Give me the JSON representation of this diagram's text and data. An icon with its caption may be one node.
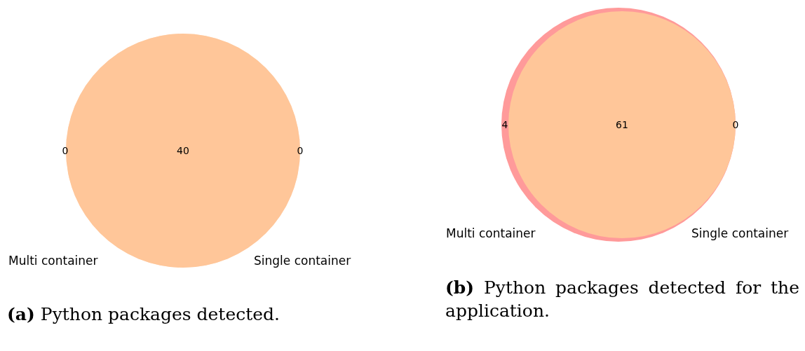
{
  "diagram": {
    "nodes": [
      {
        "text": [],
        "shape": "circle",
        "beside": [
          "Multi container"
        ]
      },
      {
        "text": [],
        "shape": "circle",
        "beside": [
          "Single container"
        ]
      },
      {
        "text": [],
        "shape": "circle",
        "beside": [
          "Multi container"
        ]
      },
      {
        "text": [],
        "shape": "circle",
        "beside": [
          "Single container"
        ]
      }
    ],
    "edges": [],
    "labels": [
      "0",
      "40",
      "0",
      "4",
      "61",
      "0",
      "**(a)** Python packages detected.",
      "**(b)** Python packages detected for the application."
    ]
  }
}
